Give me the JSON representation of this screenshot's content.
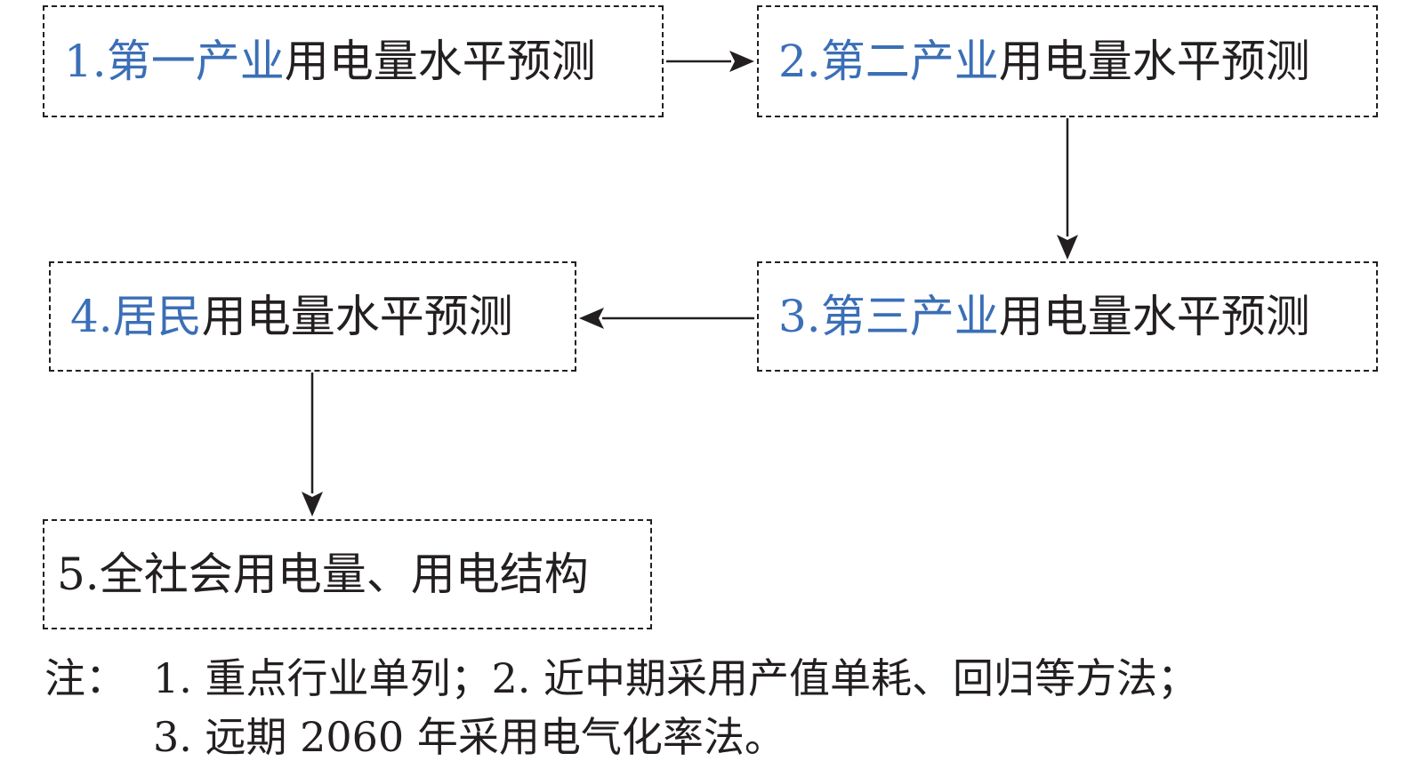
{
  "boxes": [
    {
      "number": "1.",
      "highlight": "第一产业",
      "rest": "用电量水平预测"
    },
    {
      "number": "2.",
      "highlight": "第二产业",
      "rest": "用电量水平预测"
    },
    {
      "number": "3.",
      "highlight": "第三产业",
      "rest": "用电量水平预测"
    },
    {
      "number": "4.",
      "highlight": "居民",
      "rest": "用电量水平预测"
    },
    {
      "number": "5.",
      "highlight": "",
      "rest": "全社会用电量、用电结构"
    }
  ],
  "note": {
    "prefix": "注：",
    "line1": "1. 重点行业单列；2. 近中期采用产值单耗、回归等方法；",
    "line2": "3. 远期 2060 年采用电气化率法。"
  },
  "colors": {
    "highlight": "#3b6fb6",
    "text": "#231f20",
    "line": "#231f20"
  }
}
